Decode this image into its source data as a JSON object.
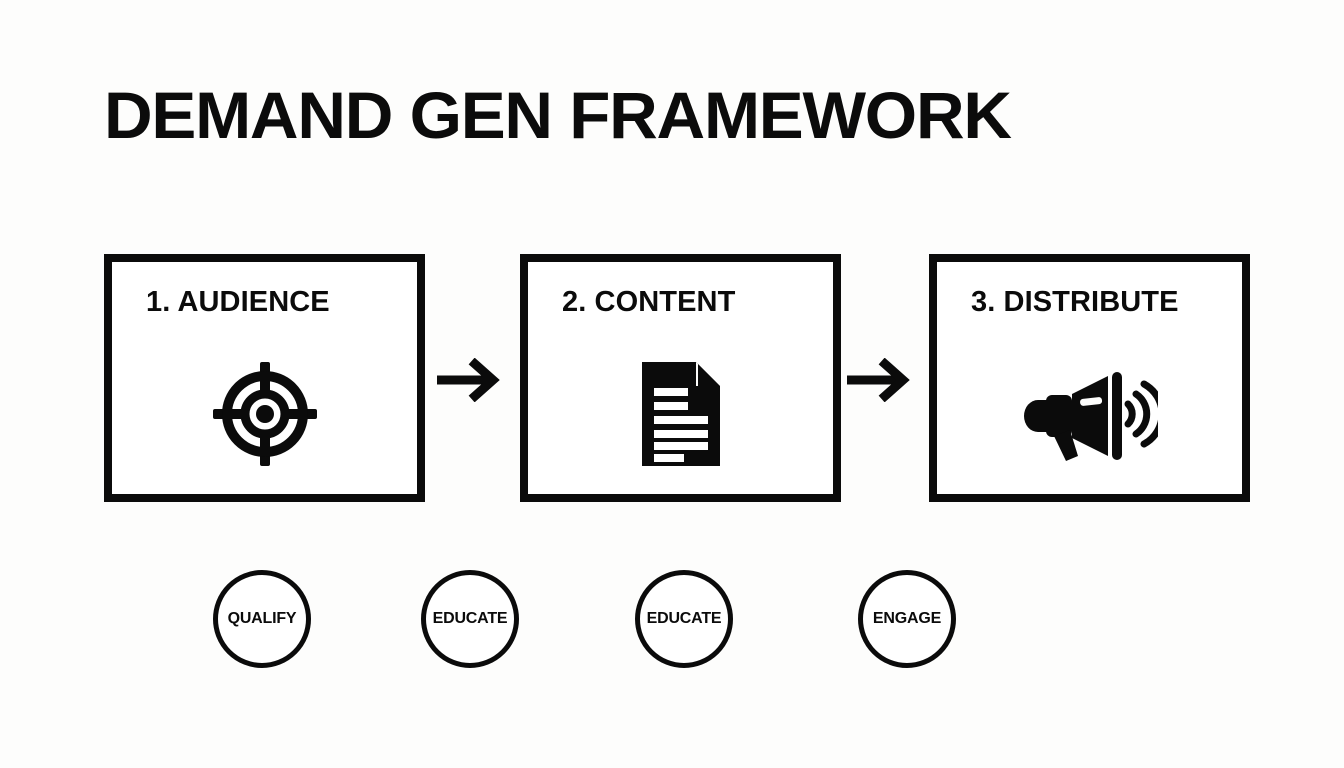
{
  "slide": {
    "title": "DEMAND GEN FRAMEWORK",
    "background_color": "#fdfdfc",
    "ink_color": "#0b0b0b"
  },
  "stages": [
    {
      "label": "1. AUDIENCE",
      "icon": "target-crosshair-icon"
    },
    {
      "label": "2. CONTENT",
      "icon": "document-icon"
    },
    {
      "label": "3. DISTRIBUTE",
      "icon": "megaphone-icon"
    }
  ],
  "connectors": [
    {
      "icon": "arrow-right-icon"
    },
    {
      "icon": "arrow-right-icon"
    }
  ],
  "outcomes": [
    {
      "label": "QUALIFY"
    },
    {
      "label": "EDUCATE"
    },
    {
      "label": "EDUCATE"
    },
    {
      "label": "ENGAGE"
    }
  ]
}
